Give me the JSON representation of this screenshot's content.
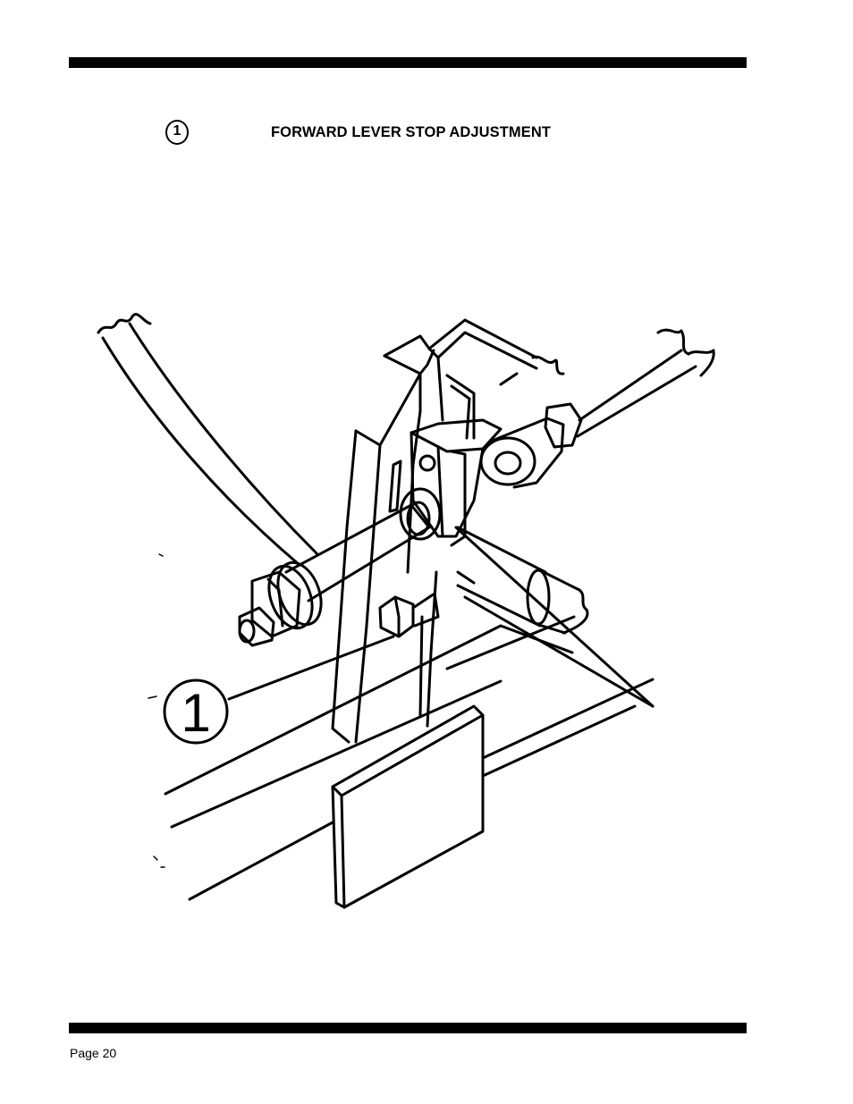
{
  "header": {
    "callout_marker": "1",
    "title": "FORWARD LEVER STOP ADJUSTMENT"
  },
  "figure": {
    "callout_label": "1",
    "description_icon": "forward-lever-stop-linkage-drawing"
  },
  "footer": {
    "page_label": "Page 20"
  }
}
